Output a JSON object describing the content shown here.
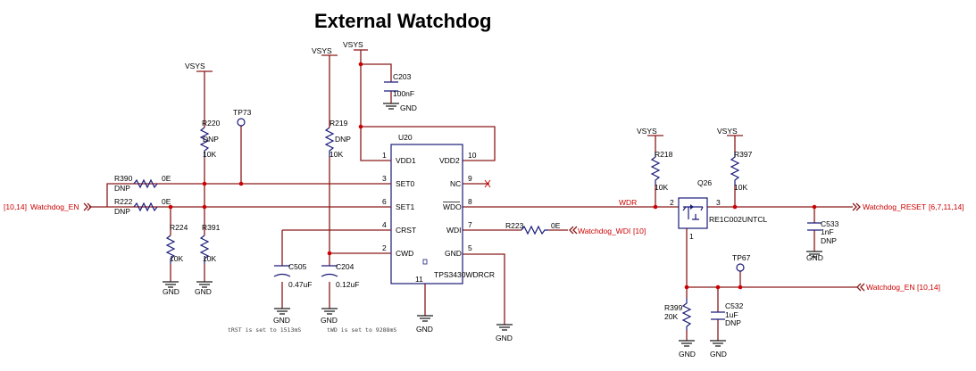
{
  "title": "External  Watchdog",
  "power": {
    "vsys": "VSYS",
    "gnd": "GND"
  },
  "ic": {
    "ref": "U20",
    "part": "TPS3430WDRCR",
    "pins_left": [
      {
        "num": "1",
        "name": "VDD1"
      },
      {
        "num": "3",
        "name": "SET0"
      },
      {
        "num": "6",
        "name": "SET1"
      },
      {
        "num": "4",
        "name": "CRST"
      },
      {
        "num": "2",
        "name": "CWD"
      }
    ],
    "pins_right": [
      {
        "num": "10",
        "name": "VDD2"
      },
      {
        "num": "9",
        "name": "NC"
      },
      {
        "num": "8",
        "name": "WDO"
      },
      {
        "num": "7",
        "name": "WDI"
      },
      {
        "num": "5",
        "name": "GND"
      }
    ],
    "pin_bottom": "11"
  },
  "resistors": {
    "r390": {
      "ref": "R390",
      "val": "DNP",
      "val2": "0E"
    },
    "r222": {
      "ref": "R222",
      "val": "DNP",
      "val2": "0E"
    },
    "r220": {
      "ref": "R220",
      "val": "DNP",
      "val2": "10K"
    },
    "r391": {
      "ref": "R391",
      "val": "10K"
    },
    "r224": {
      "ref": "R224",
      "val": "10K"
    },
    "r219": {
      "ref": "R219",
      "val": "DNP",
      "val2": "10K"
    },
    "r223": {
      "ref": "R223",
      "val": "0E"
    },
    "r218": {
      "ref": "R218",
      "val": "10K"
    },
    "r397": {
      "ref": "R397",
      "val": "10K"
    },
    "r399": {
      "ref": "R399",
      "val": "20K"
    }
  },
  "capacitors": {
    "c203": {
      "ref": "C203",
      "val": "100nF"
    },
    "c505": {
      "ref": "C505",
      "val": "0.47uF"
    },
    "c204": {
      "ref": "C204",
      "val": "0.12uF"
    },
    "c533": {
      "ref": "C533",
      "val": "1nF",
      "val2": "DNP"
    },
    "c532": {
      "ref": "C532",
      "val": "1uF",
      "val2": "DNP"
    }
  },
  "testpoints": {
    "tp73": "TP73",
    "tp67": "TP67"
  },
  "transistor": {
    "ref": "Q26",
    "part": "RE1C002UNTCL",
    "pin_left": "2",
    "pin_right": "3",
    "pin_bottom": "1"
  },
  "nets": {
    "wdr": "WDR",
    "watchdog_en_left": "Watchdog_EN",
    "watchdog_en_left_pages": "[10,14]",
    "watchdog_wdi": "Watchdog_WDI",
    "watchdog_wdi_pages": "[10]",
    "watchdog_reset": "Watchdog_RESET",
    "watchdog_reset_pages": "[6,7,11,14]",
    "watchdog_en_right": "Watchdog_EN",
    "watchdog_en_right_pages": "[10,14]"
  },
  "notes": {
    "trst": "tRST is set to 1513mS",
    "twd": "tWD is set to 9288mS"
  }
}
